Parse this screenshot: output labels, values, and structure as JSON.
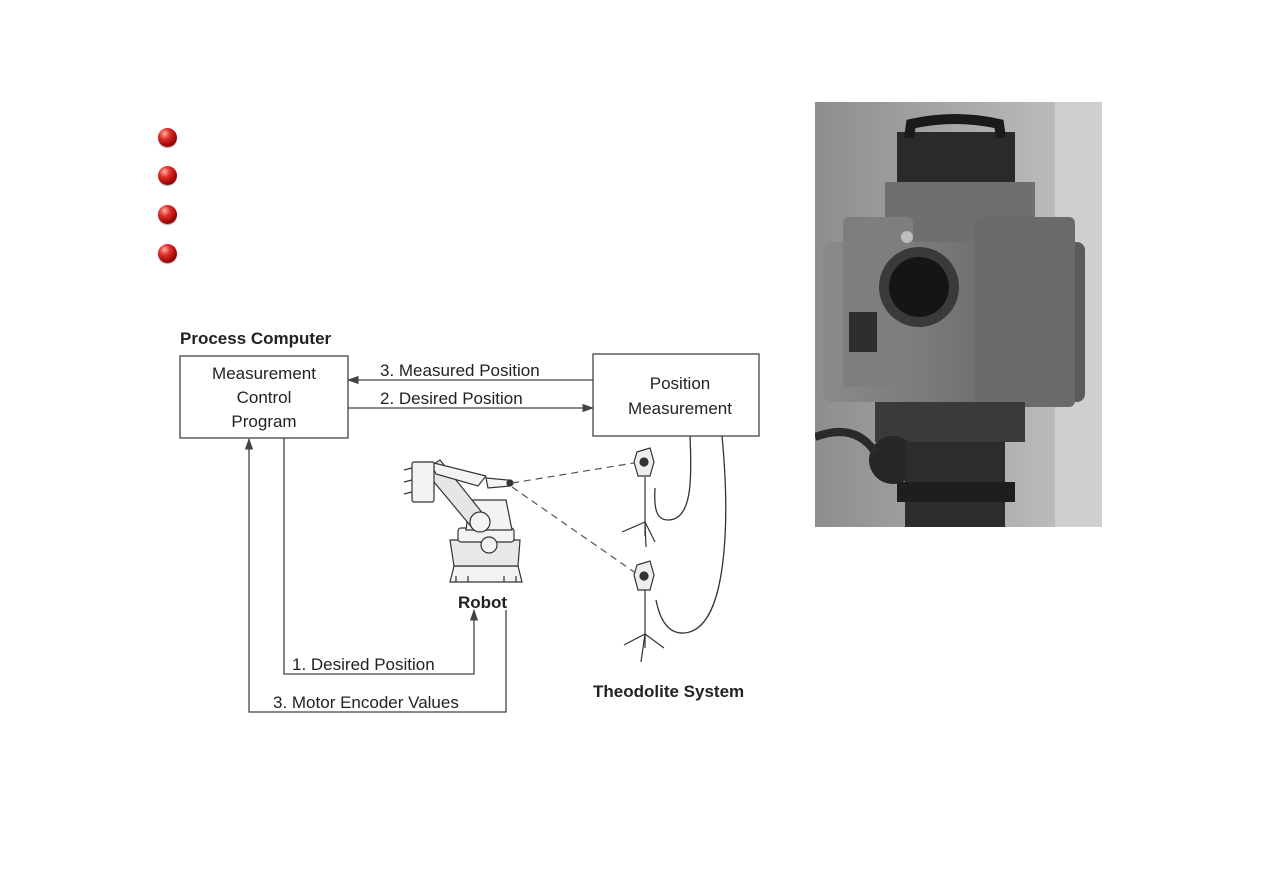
{
  "bullets": [
    {
      "icon": "red-sphere-bullet-icon",
      "text": ""
    },
    {
      "icon": "red-sphere-bullet-icon",
      "text": ""
    },
    {
      "icon": "red-sphere-bullet-icon",
      "text": ""
    },
    {
      "icon": "red-sphere-bullet-icon",
      "text": ""
    }
  ],
  "diagram": {
    "process_computer_label": "Process Computer",
    "control_box": [
      "Measurement",
      "Control",
      "Program"
    ],
    "position_box": [
      "Position",
      "Measurement"
    ],
    "arrow_measured_position": "3. Measured Position",
    "arrow_desired_position_top": "2. Desired Position",
    "arrow_desired_position_bottom": "1. Desired Position",
    "arrow_motor_encoder": "3. Motor Encoder Values",
    "robot_label": "Robot",
    "theodolite_label": "Theodolite System"
  },
  "photo": {
    "subject": "theodolite-photo"
  },
  "colors": {
    "bullet": "#c01010",
    "line": "#444444",
    "text": "#222222"
  }
}
